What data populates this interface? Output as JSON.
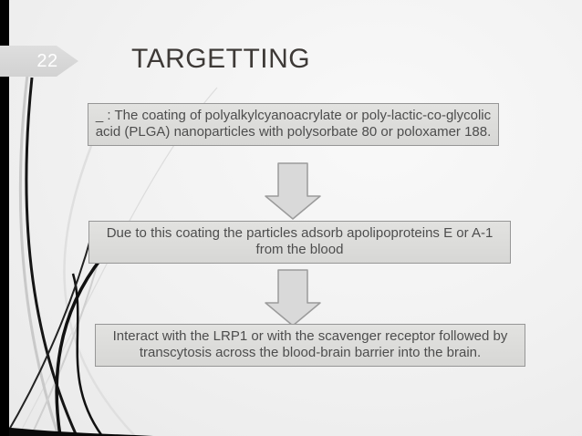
{
  "slide": {
    "number": "22",
    "title": "TARGETTING",
    "flow": {
      "boxes": [
        {
          "text": "_ : The coating of polyalkylcyanoacrylate or poly-lactic-co-glycolic acid (PLGA) nanoparticles with polysorbate 80 or poloxamer 188."
        },
        {
          "text": "Due to this coating the particles adsorb apolipoproteins E or A-1 from the blood"
        },
        {
          "text": "Interact with the LRP1 or with the scavenger receptor followed by transcytosis across the blood-brain barrier into the brain."
        }
      ],
      "connectors": [
        {
          "icon": "down-block-arrow"
        },
        {
          "icon": "down-block-arrow"
        }
      ]
    },
    "colors": {
      "box_fill": "#dcdcdc",
      "box_border": "#969696",
      "box_text": "#4d4d4d",
      "arrow_fill": "#d9d9d9",
      "arrow_border": "#9b9b9b",
      "title_text": "#3e3a37",
      "badge_fill": "#d9d9d9",
      "badge_text": "#ffffff",
      "edge_bar": "#000000",
      "swoosh_dark": "#111111",
      "swoosh_light": "#cfcfcf"
    }
  }
}
